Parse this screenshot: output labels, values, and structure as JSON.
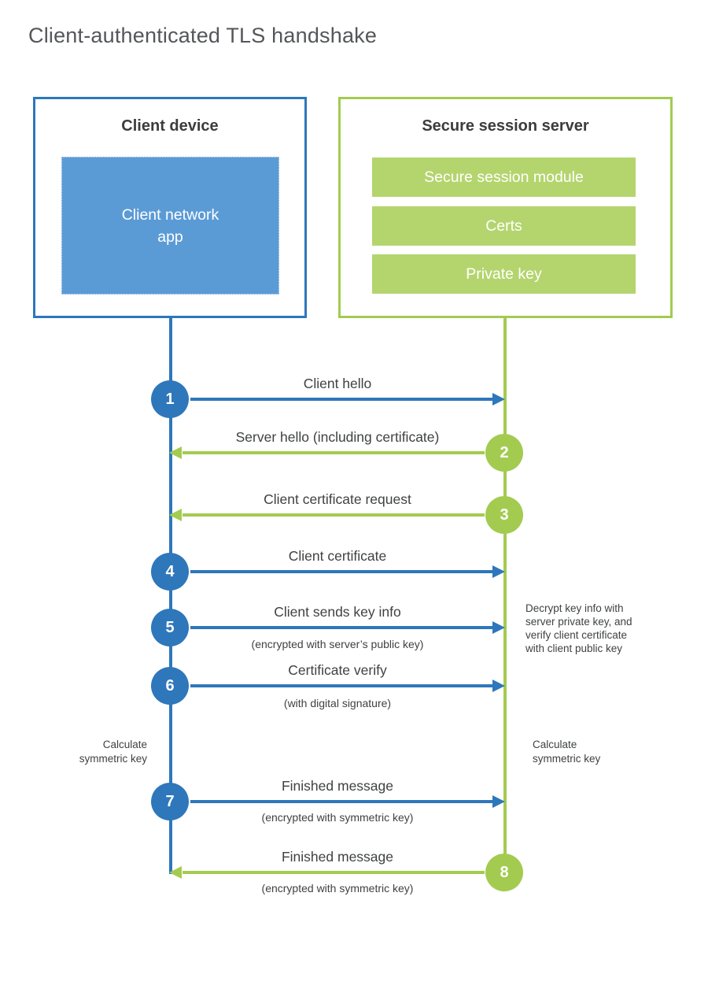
{
  "title": "Client-authenticated TLS handshake",
  "colors": {
    "blue": "#2e77bb",
    "blue_fill": "#5b9bd5",
    "green": "#a3cb50",
    "green_fill": "#b4d56e",
    "label_text": "#3f4142",
    "title_text": "#54565a"
  },
  "client": {
    "title": "Client device",
    "app_lines": [
      "Client network",
      "app"
    ]
  },
  "server": {
    "title": "Secure session server",
    "modules": [
      "Secure session module",
      "Certs",
      "Private key"
    ]
  },
  "steps": [
    {
      "num": "1",
      "direction": "right",
      "color": "blue",
      "label": "Client hello",
      "sub": ""
    },
    {
      "num": "2",
      "direction": "left",
      "color": "green",
      "label": "Server hello (including certificate)",
      "sub": ""
    },
    {
      "num": "3",
      "direction": "left",
      "color": "green",
      "label": "Client certificate request",
      "sub": ""
    },
    {
      "num": "4",
      "direction": "right",
      "color": "blue",
      "label": "Client certificate",
      "sub": ""
    },
    {
      "num": "5",
      "direction": "right",
      "color": "blue",
      "label": "Client sends key info",
      "sub": "(encrypted with server’s public key)"
    },
    {
      "num": "6",
      "direction": "right",
      "color": "blue",
      "label": "Certificate verify",
      "sub": "(with digital signature)"
    },
    {
      "num": "7",
      "direction": "right",
      "color": "blue",
      "label": "Finished message",
      "sub": "(encrypted with symmetric key)"
    },
    {
      "num": "8",
      "direction": "left",
      "color": "green",
      "label": "Finished message",
      "sub": "(encrypted with symmetric key)"
    }
  ],
  "notes": {
    "decrypt_lines": [
      "Decrypt key info with",
      "server private key, and",
      "verify client certificate",
      "with client public key"
    ],
    "calc_left_lines": [
      "Calculate",
      "symmetric key"
    ],
    "calc_right_lines": [
      "Calculate",
      "symmetric key"
    ]
  }
}
